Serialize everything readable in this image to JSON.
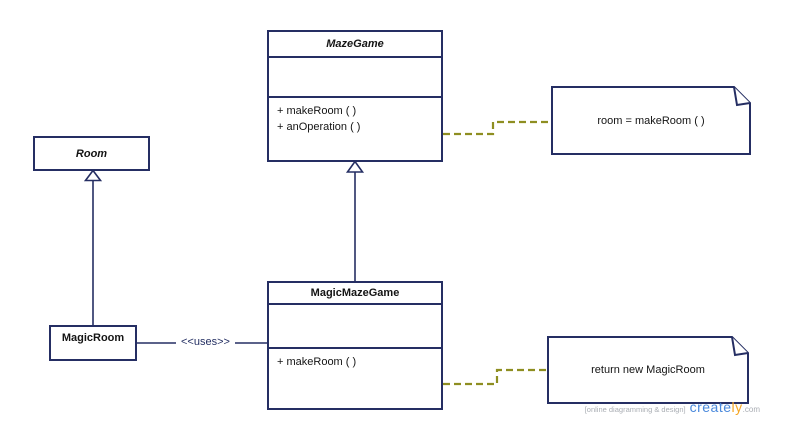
{
  "diagram": {
    "classes": {
      "mazeGame": {
        "name": "MazeGame",
        "abstract": true,
        "methods": [
          "+ makeRoom ( )",
          "+ anOperation ( )"
        ]
      },
      "room": {
        "name": "Room",
        "abstract": true
      },
      "magicRoom": {
        "name": "MagicRoom",
        "abstract": false
      },
      "magicMazeGame": {
        "name": "MagicMazeGame",
        "abstract": false,
        "methods": [
          "+ makeRoom ( )"
        ]
      }
    },
    "notes": {
      "mazeGameNote": "room = makeRoom ( )",
      "magicMazeGameNote": "return new MagicRoom"
    },
    "relationships": {
      "usesLabel": "<<uses>>",
      "generalizations": [
        "MagicMazeGame -> MazeGame",
        "MagicRoom -> Room"
      ]
    },
    "colors": {
      "shapeBorder": "#252e63",
      "noteConnectorDash": "#8e8e21",
      "text": "#141414",
      "watermarkBlue": "#4a89dc",
      "watermarkOrange": "#f5a623",
      "watermarkGray": "#a9adb3"
    },
    "watermark": {
      "prefix": "[online diagramming & design]",
      "brandBlue": "create",
      "brandOrange": "ly",
      "suffix": ".com"
    }
  }
}
